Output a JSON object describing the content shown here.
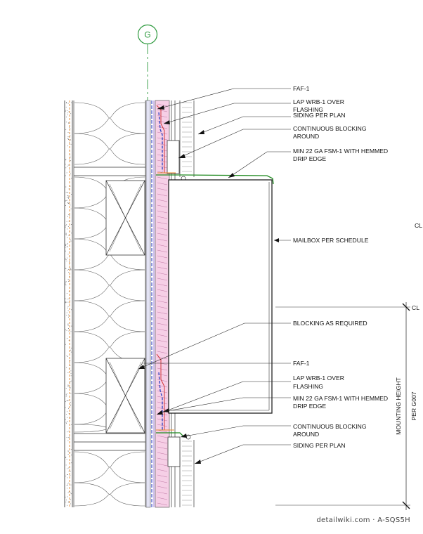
{
  "grid": {
    "label": "G"
  },
  "callouts": {
    "faf_top": "FAF-1",
    "lap_wrb_top": [
      "LAP WRB-1 OVER",
      "FLASHING"
    ],
    "siding_top": "SIDING PER PLAN",
    "blocking_top": [
      "CONTINUOUS BLOCKING",
      "AROUND"
    ],
    "fsm_top": [
      "MIN 22 GA FSM-1 WITH HEMMED",
      "DRIP EDGE"
    ],
    "mailbox": "MAILBOX PER SCHEDULE",
    "blocking_req": "BLOCKING AS REQUIRED",
    "faf_bottom": "FAF-1",
    "lap_wrb_bottom": [
      "LAP WRB-1 OVER",
      "FLASHING"
    ],
    "fsm_bottom": [
      "MIN 22 GA FSM-1 WITH HEMMED",
      "DRIP EDGE"
    ],
    "blocking_bottom": [
      "CONTINUOUS BLOCKING",
      "AROUND"
    ],
    "siding_bottom": "SIDING PER PLAN"
  },
  "centerline": {
    "upper": "CL",
    "lower": "CL"
  },
  "dimension": {
    "label": "MOUNTING HEIGHT",
    "reference": "PER G007"
  },
  "watermark": "detailwiki.com · A-SQS5H",
  "colors": {
    "grid_green": "#2e9a3e",
    "insulation_pink": "#f6cfe6",
    "batt_orange": "#e8872a",
    "flashing_green": "#1f8a1f",
    "wrb_blue": "#2b3fbf",
    "faf_red": "#d02a2a",
    "sheathing_violet": "#8a5cd0"
  }
}
